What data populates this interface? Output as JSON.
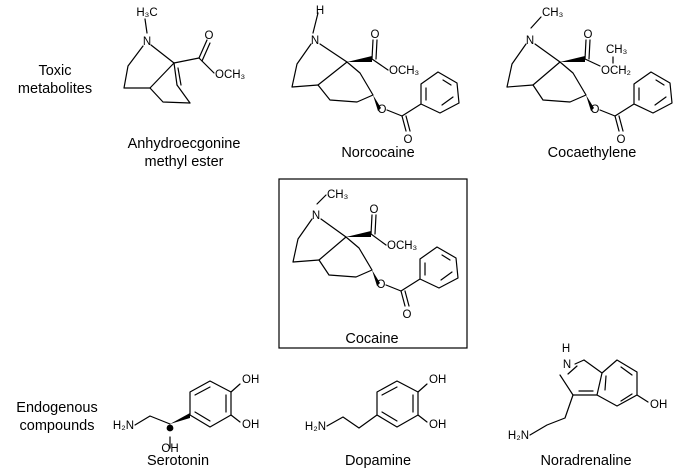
{
  "groups": {
    "toxic": [
      "Toxic",
      "metabolites"
    ],
    "endogenous": [
      "Endogenous",
      "compounds"
    ]
  },
  "molecules": {
    "anhydro": {
      "name": [
        "Anhydroecgonine",
        "methyl ester"
      ],
      "atoms": {
        "methyl": "H₃C",
        "n": "N",
        "carbonyl_o": "O",
        "ester": "OCH₃"
      }
    },
    "norcocaine": {
      "name": [
        "Norcocaine"
      ],
      "atoms": {
        "h": "H",
        "n": "N",
        "carbonyl_o": "O",
        "ester": "OCH₃",
        "link_o": "O",
        "benzoyl_o": "O"
      }
    },
    "cocaethylene": {
      "name": [
        "Cocaethylene"
      ],
      "atoms": {
        "n": "N",
        "methyl": "CH₃",
        "carbonyl_o": "O",
        "ester_o": "OCH₂",
        "ethyl": "CH₃",
        "link_o": "O",
        "benzoyl_o": "O"
      }
    },
    "cocaine": {
      "name": [
        "Cocaine"
      ],
      "atoms": {
        "n": "N",
        "methyl": "CH₃",
        "carbonyl_o": "O",
        "ester": "OCH₃",
        "link_o": "O",
        "benzoyl_o": "O"
      }
    },
    "serotonin": {
      "name": [
        "Serotonin"
      ],
      "atoms": {
        "amine": "H₂N",
        "hydroxyl": "OH",
        "oh_top": "OH",
        "oh_bottom": "OH"
      }
    },
    "dopamine": {
      "name": [
        "Dopamine"
      ],
      "atoms": {
        "amine": "H₂N",
        "oh_top": "OH",
        "oh_bottom": "OH"
      }
    },
    "noradrenaline": {
      "name": [
        "Noradrenaline"
      ],
      "atoms": {
        "nh": "H",
        "n": "N",
        "amine": "H₂N",
        "oh": "OH"
      }
    }
  },
  "highlight": {
    "molecule": "cocaine",
    "box_color": "#000000"
  }
}
